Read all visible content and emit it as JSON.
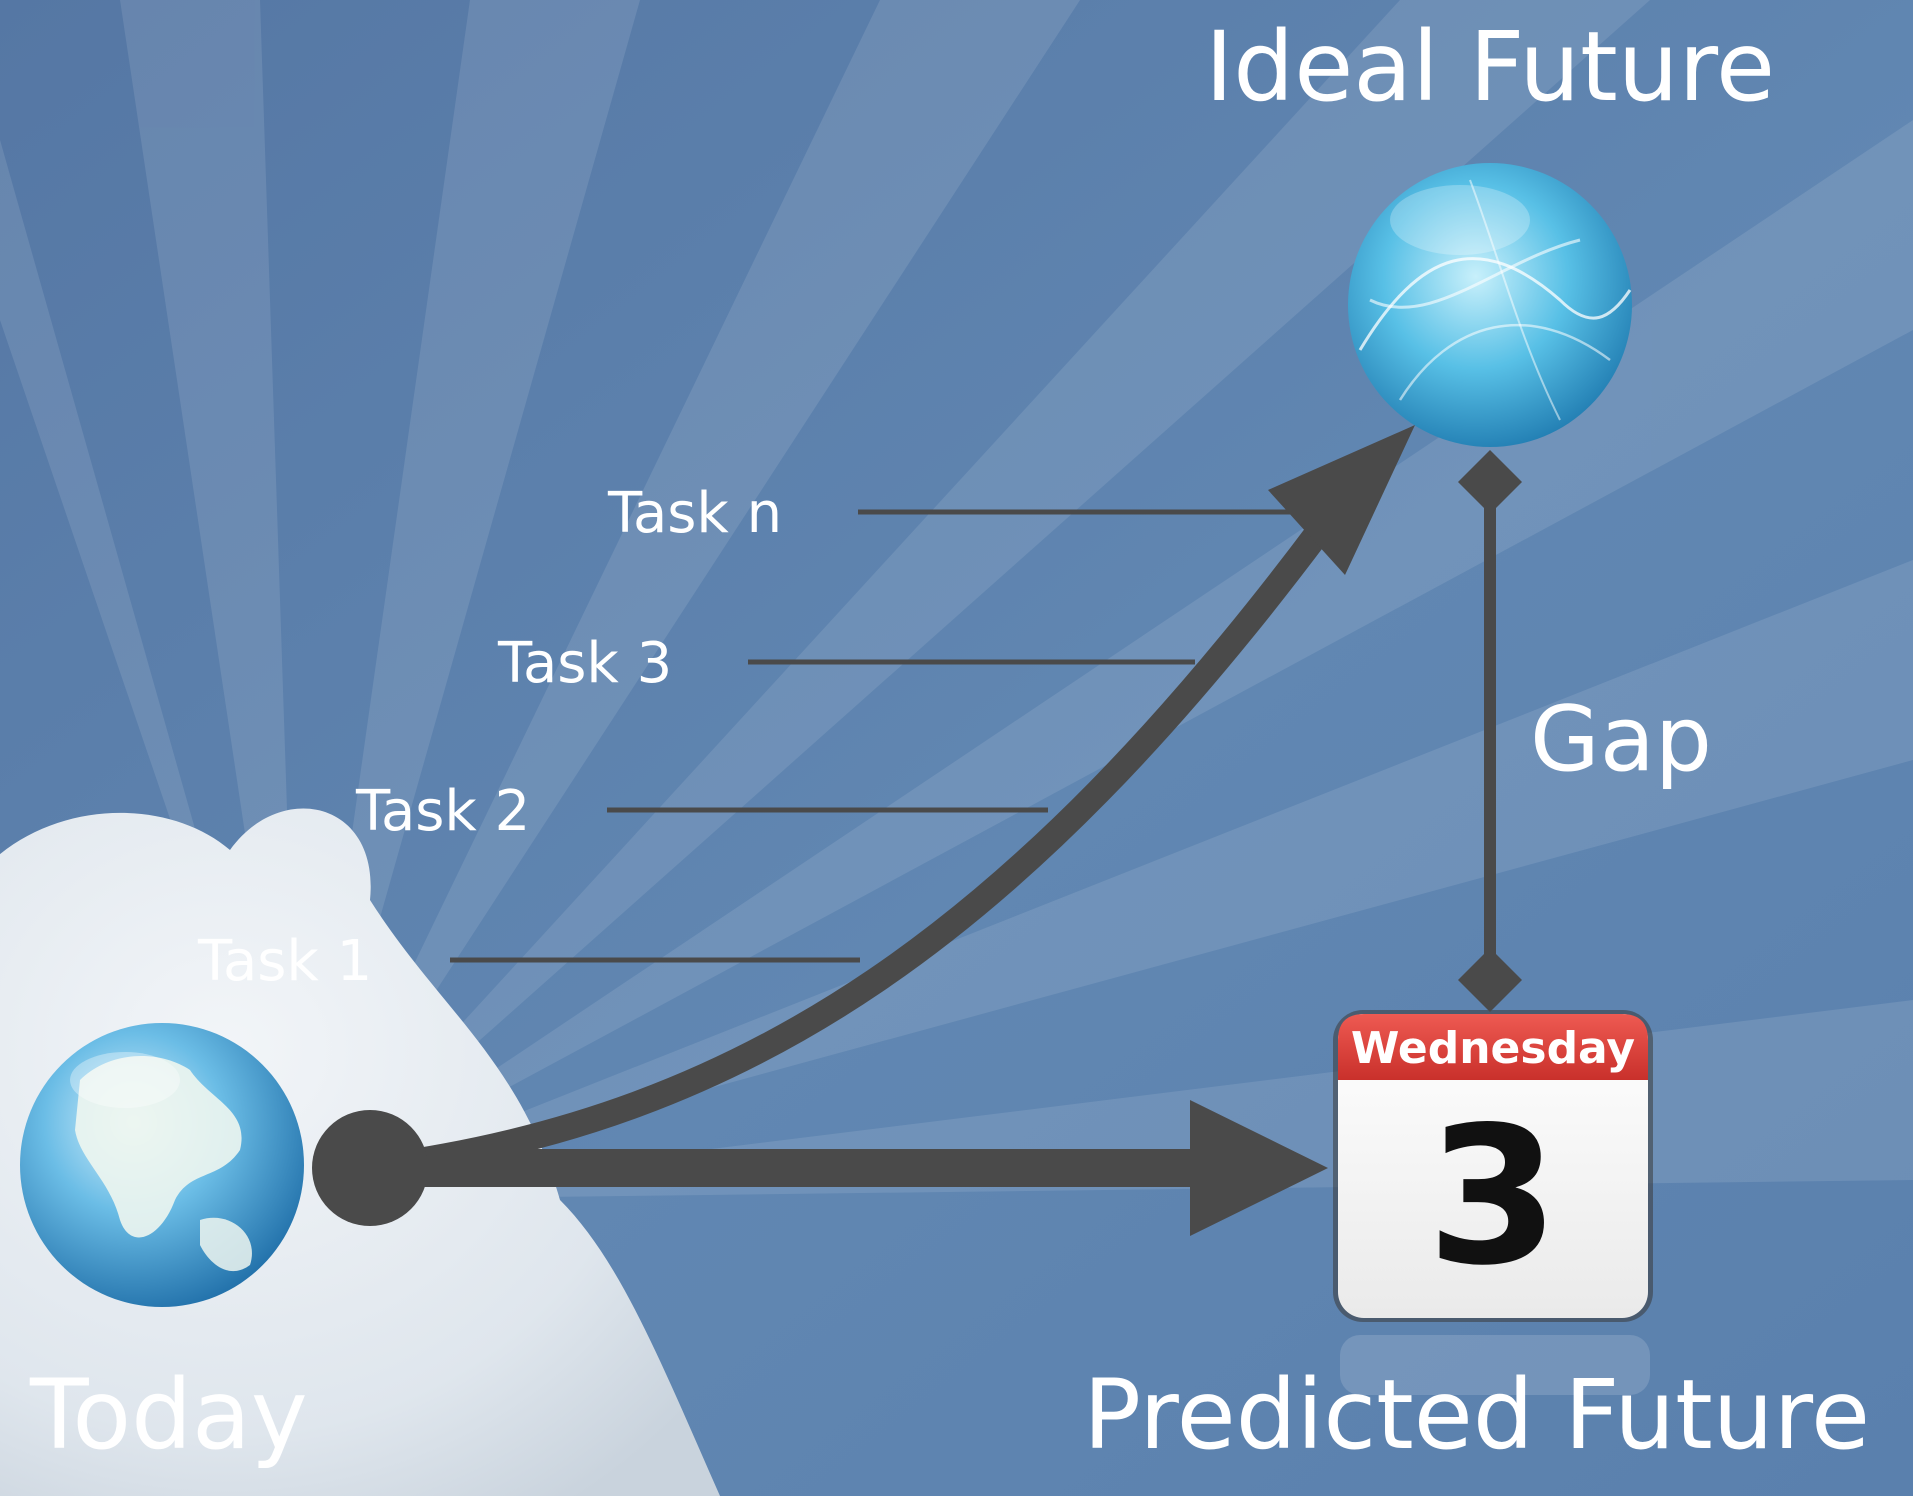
{
  "nodes": {
    "today": {
      "label": "Today"
    },
    "ideal_future": {
      "label": "Ideal Future"
    },
    "predicted_future": {
      "label": "Predicted Future"
    }
  },
  "gap": {
    "label": "Gap"
  },
  "tasks": [
    {
      "label": "Task 1"
    },
    {
      "label": "Task 2"
    },
    {
      "label": "Task 3"
    },
    {
      "label": "Task n"
    }
  ],
  "calendar": {
    "weekday": "Wednesday",
    "day": "3"
  },
  "colors": {
    "background": "#5a7ca8",
    "arrow": "#4a4a4a",
    "text": "#ffffff",
    "calendar_header": "#d93a35"
  },
  "icons": {
    "today": "earth-globe-icon",
    "ideal_future": "glass-sphere-icon",
    "predicted_future": "calendar-icon"
  }
}
